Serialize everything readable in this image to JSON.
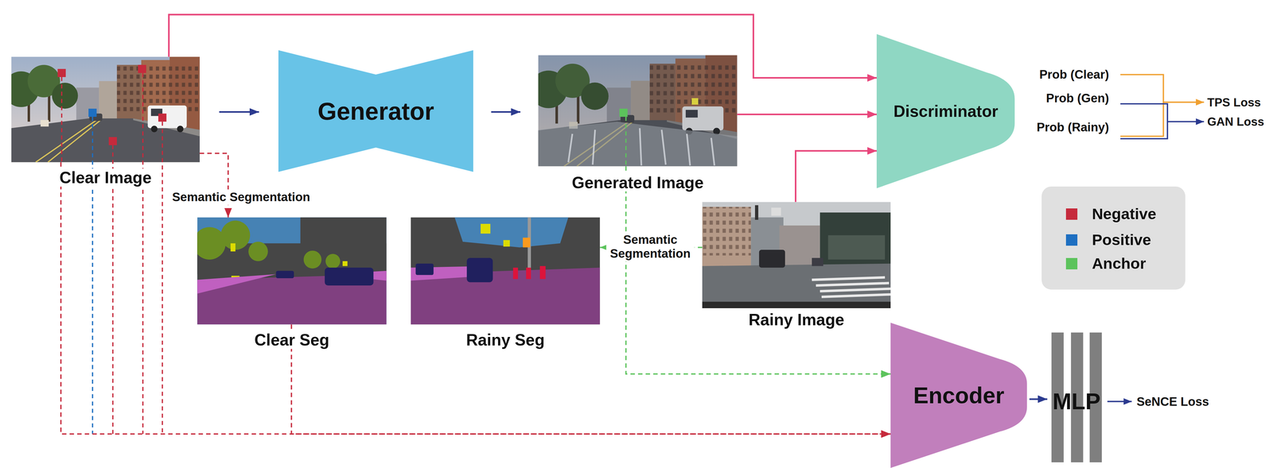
{
  "diagram": {
    "nodes": [
      {
        "text": [
          "Clear Image"
        ]
      },
      {
        "text": [
          "Generator"
        ]
      },
      {
        "text": [
          "Generated Image"
        ]
      },
      {
        "text": [
          "Discriminator"
        ]
      },
      {
        "text": [
          "Clear Seg"
        ]
      },
      {
        "text": [
          "Rainy Seg"
        ]
      },
      {
        "text": [
          "Rainy Image"
        ]
      },
      {
        "text": [
          "Encoder"
        ]
      },
      {
        "text": [
          "MLP"
        ]
      }
    ],
    "edges": [
      {
        "from": 0,
        "to": 1,
        "arrow": "to"
      },
      {
        "from": 1,
        "to": 2,
        "arrow": "to"
      },
      {
        "from": 0,
        "to": 3,
        "arrow": "to"
      },
      {
        "from": 2,
        "to": 3,
        "arrow": "to"
      },
      {
        "from": 6,
        "to": 3,
        "arrow": "to"
      },
      {
        "from": 0,
        "to": 4,
        "label": "Semantic Segmentation",
        "arrow": "to"
      },
      {
        "from": 6,
        "to": 5,
        "label": "Semantic Segmentation",
        "arrow": "to"
      },
      {
        "from": 2,
        "to": 7,
        "arrow": "to"
      },
      {
        "from": 0,
        "to": 7,
        "arrow": "to"
      },
      {
        "from": 4,
        "to": 7,
        "arrow": "to"
      },
      {
        "from": 7,
        "to": 8,
        "arrow": "to"
      }
    ],
    "labels": [
      "Prob (Clear)",
      "Prob (Gen)",
      "Prob (Rainy)",
      "TPS Loss",
      "GAN Loss",
      "SeNCE Loss"
    ],
    "legend": [
      {
        "text": "Negative",
        "color": "#c62a3c"
      },
      {
        "text": "Positive",
        "color": "#1e6fc1"
      },
      {
        "text": "Anchor",
        "color": "#5cc35c"
      }
    ]
  }
}
